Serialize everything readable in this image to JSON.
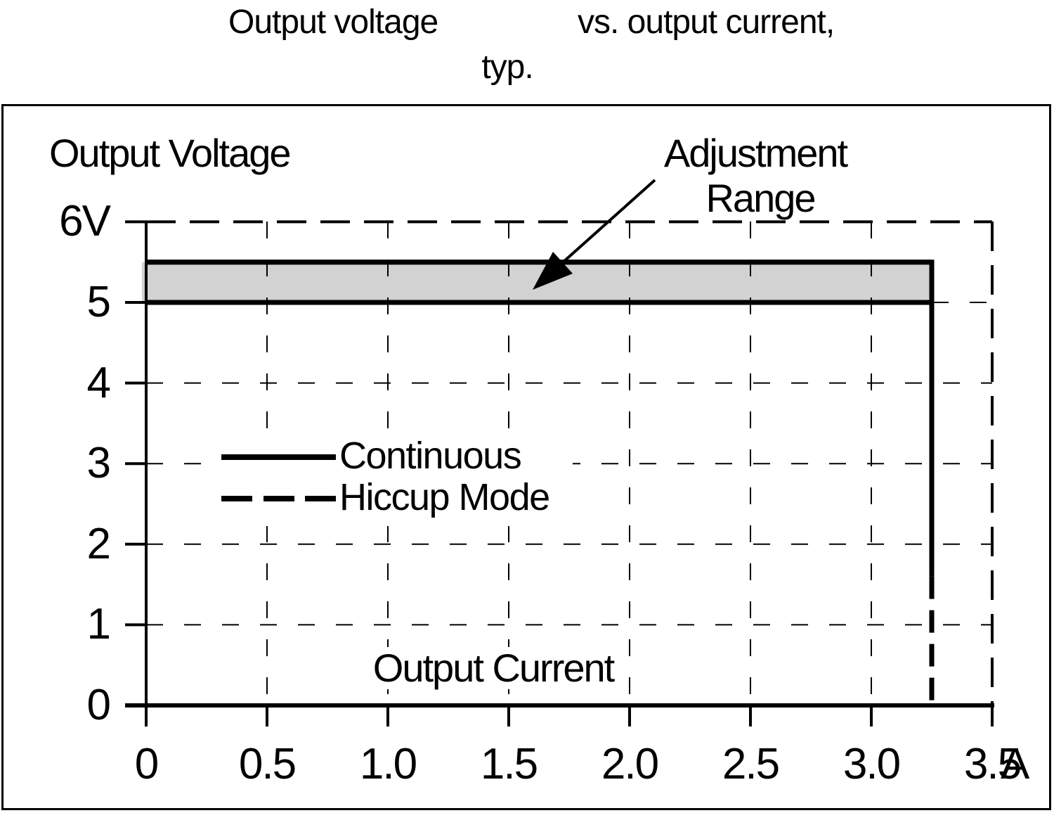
{
  "title": {
    "line1_left": "Output voltage",
    "line1_right": "vs. output current,",
    "line2": "typ."
  },
  "plot": {
    "y_axis_title": "Output Voltage",
    "x_axis_title": "Output Current",
    "x_unit_label": "A",
    "annotation": {
      "line1": "Adjustment",
      "line2": "Range"
    },
    "legend": {
      "continuous": "Continuous",
      "hiccup": "Hiccup Mode"
    }
  },
  "chart_data": {
    "type": "line",
    "title": "Output voltage vs. output current, typ.",
    "xlabel": "Output Current",
    "ylabel": "Output Voltage",
    "x_unit": "A",
    "y_unit": "V",
    "xlim": [
      0,
      3.5
    ],
    "ylim": [
      0,
      6
    ],
    "grid": "dashed gridlines every 0.5 A and 1 V; top (6 V) and right (3.5 A) boundaries drawn as long dashes",
    "legend_position": "inside plot, left-center, on white box",
    "x_ticks": [
      {
        "v": 0,
        "label": "0"
      },
      {
        "v": 0.5,
        "label": "0.5"
      },
      {
        "v": 1,
        "label": "1.0"
      },
      {
        "v": 1.5,
        "label": "1.5"
      },
      {
        "v": 2,
        "label": "2.0"
      },
      {
        "v": 2.5,
        "label": "2.5"
      },
      {
        "v": 3,
        "label": "3.0"
      },
      {
        "v": 3.5,
        "label": "3.5"
      }
    ],
    "y_ticks": [
      {
        "v": 0,
        "label": "0"
      },
      {
        "v": 1,
        "label": "1"
      },
      {
        "v": 2,
        "label": "2"
      },
      {
        "v": 3,
        "label": "3"
      },
      {
        "v": 4,
        "label": "4"
      },
      {
        "v": 5,
        "label": "5"
      },
      {
        "v": 6,
        "label": "6V"
      }
    ],
    "adjustment_band": {
      "i_from": 0,
      "i_to": 3.25,
      "v_from": 5.0,
      "v_to": 5.5,
      "fill": "#d2d2d2"
    },
    "current_limit_A": 3.25,
    "series": [
      {
        "name": "Continuous",
        "style": "solid",
        "points": [
          [
            0,
            5.5
          ],
          [
            3.25,
            5.5
          ],
          [
            3.25,
            1.6
          ]
        ]
      },
      {
        "name": "Hiccup Mode",
        "style": "dashed",
        "points": [
          [
            3.25,
            1.6
          ],
          [
            3.25,
            0
          ]
        ]
      }
    ]
  }
}
